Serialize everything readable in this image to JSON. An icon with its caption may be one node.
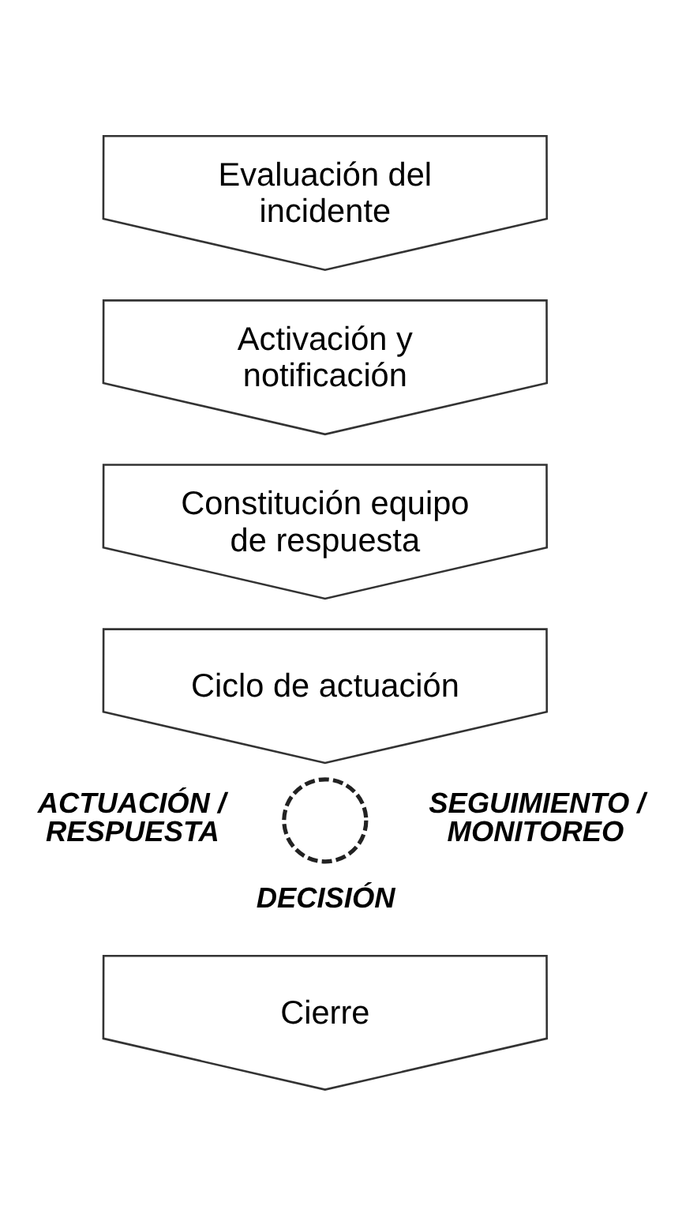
{
  "diagram": {
    "nodes": [
      {
        "text": [
          "Evaluación del incidente"
        ]
      },
      {
        "text": [
          "Activación y notificación"
        ]
      },
      {
        "text": [
          "Constitución equipo de respuesta"
        ]
      },
      {
        "text": [
          "Ciclo de actuación"
        ]
      },
      {
        "text": [],
        "shape": "circle"
      },
      {
        "text": [
          "Cierre"
        ]
      }
    ],
    "labels": [
      "ACTUACIÓN / RESPUESTA",
      "SEGUIMIENTO / MONITOREO",
      "DECISIÓN"
    ]
  }
}
